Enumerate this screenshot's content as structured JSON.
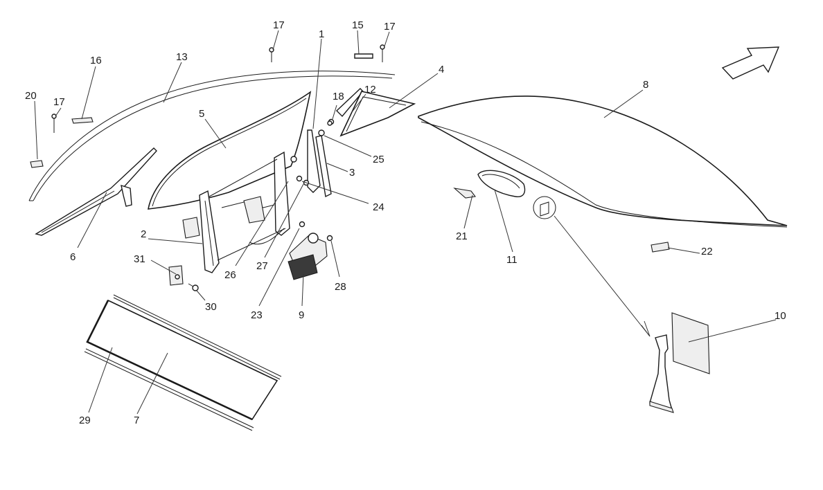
{
  "diagram": {
    "callouts": [
      {
        "id": "1",
        "text": "1"
      },
      {
        "id": "2",
        "text": "2"
      },
      {
        "id": "3",
        "text": "3"
      },
      {
        "id": "4",
        "text": "4"
      },
      {
        "id": "5",
        "text": "5"
      },
      {
        "id": "6",
        "text": "6"
      },
      {
        "id": "7",
        "text": "7"
      },
      {
        "id": "8",
        "text": "8"
      },
      {
        "id": "9",
        "text": "9"
      },
      {
        "id": "10",
        "text": "10"
      },
      {
        "id": "11",
        "text": "11"
      },
      {
        "id": "12",
        "text": "12"
      },
      {
        "id": "13",
        "text": "13"
      },
      {
        "id": "15",
        "text": "15"
      },
      {
        "id": "16",
        "text": "16"
      },
      {
        "id": "17a",
        "text": "17"
      },
      {
        "id": "17b",
        "text": "17"
      },
      {
        "id": "17c",
        "text": "17"
      },
      {
        "id": "18",
        "text": "18"
      },
      {
        "id": "20",
        "text": "20"
      },
      {
        "id": "21",
        "text": "21"
      },
      {
        "id": "22",
        "text": "22"
      },
      {
        "id": "23",
        "text": "23"
      },
      {
        "id": "24",
        "text": "24"
      },
      {
        "id": "25",
        "text": "25"
      },
      {
        "id": "26",
        "text": "26"
      },
      {
        "id": "27",
        "text": "27"
      },
      {
        "id": "28",
        "text": "28"
      },
      {
        "id": "29",
        "text": "29"
      },
      {
        "id": "30",
        "text": "30"
      },
      {
        "id": "31",
        "text": "31"
      }
    ]
  }
}
